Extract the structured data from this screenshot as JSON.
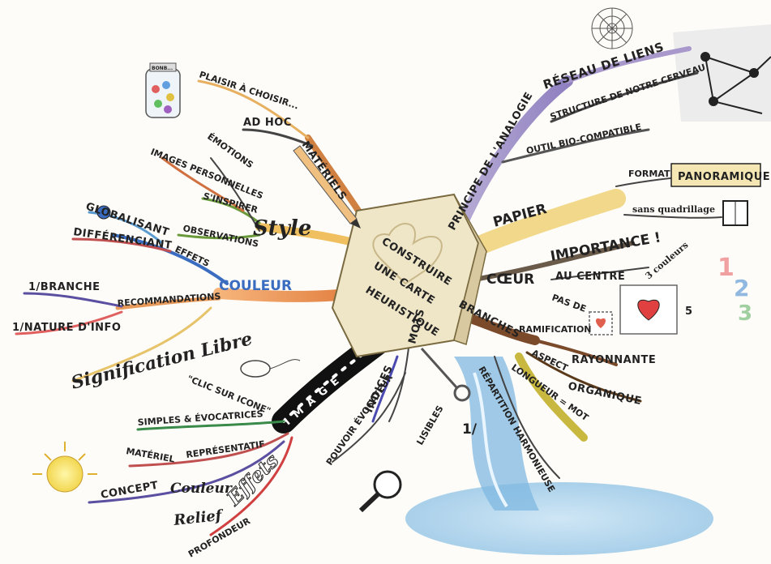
{
  "center": {
    "line1": "CONSTRUIRE",
    "line2": "UNE CARTE",
    "line3": "HEURISTIQUE"
  },
  "left": {
    "materiels": "MATÉRIELS",
    "ad_hoc": "AD HOC",
    "plaisir": "PLAISIR À CHOISIR...",
    "style": "Style",
    "emotions": "ÉMOTIONS",
    "images_perso": "IMAGES PERSONNELLES",
    "sinspirer": "S'INSPIRER",
    "observations": "OBSERVATIONS",
    "couleur": "COULEUR",
    "effets": "EFFETS",
    "globalisant": "GLOBALISANT",
    "differenciant": "DIFFÉRENCIANT",
    "recommandations": "RECOMMANDATIONS",
    "branche": "1/BRANCHE",
    "nature": "1/NATURE D'INFO",
    "signification": "Signification Libre",
    "image": "IMAGE",
    "clic": "\"CLIC SUR ICONE\"",
    "simples": "SIMPLES & ÉVOCATRICES",
    "representatif": "REPRÉSENTATIF",
    "materiel": "MATÉRIEL",
    "concept": "CONCEPT",
    "effets2": "Effets",
    "couleur2": "Couleur",
    "relief": "Relief",
    "profondeur": "PROFONDEUR"
  },
  "right": {
    "principe": "PRINCIPE DE L'ANALOGIE",
    "reseau": "RÉSEAU DE LIENS",
    "structure": "STRUCTURE DE NOTRE CERVEAU",
    "outil": "OUTIL BIO-COMPATIBLE",
    "papier": "PAPIER",
    "format": "FORMAT",
    "panoramique": "PANORAMIQUE",
    "sans_quadrillage": "sans quadrillage",
    "coeur": "CŒUR",
    "importance": "IMPORTANCE !",
    "au_centre": "AU CENTRE",
    "trois_couleurs": "3 couleurs",
    "pas_de": "PAS DE",
    "cinq": "5",
    "branches": "BRANCHES",
    "ramification": "RAMIFICATION",
    "rayonnante": "RAYONNANTE",
    "aspect": "ASPECT",
    "organique": "ORGANIQUE",
    "longueur": "LONGUEUR = MOT",
    "repartition": "RÉPARTITION HARMONIEUSE"
  },
  "bottom": {
    "mots": "MOTS",
    "indices": "INDICES",
    "pouvoir": "POUVOIR ÉVOCATEUR",
    "lisibles": "LISIBLES",
    "un": "1/"
  },
  "jar_label": "BONB..."
}
